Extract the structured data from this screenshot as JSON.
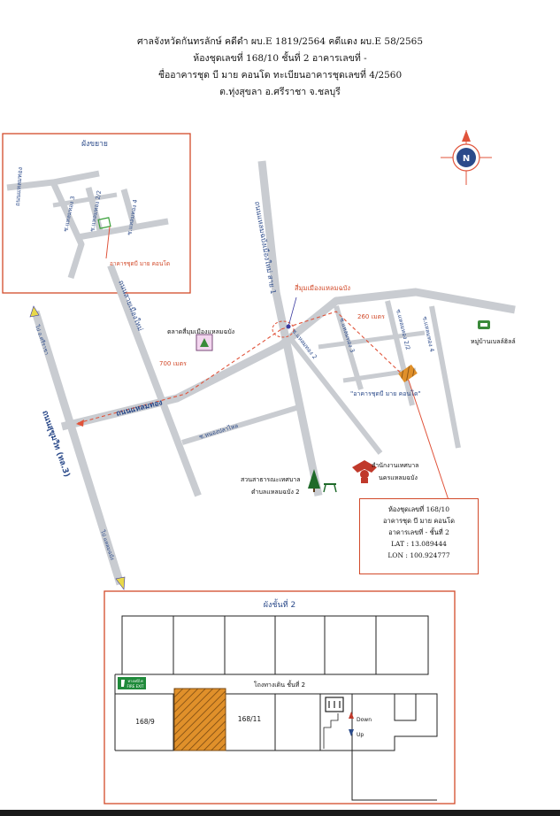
{
  "header": {
    "line1": "ศาลจังหวัดกันทรลักษ์  คดีดำ ผบ.E 1819/2564  คดีแดง ผบ.E 58/2565",
    "line2": "ห้องชุดเลขที่ 168/10  ชั้นที่  2  อาคารเลขที่ -",
    "line3": "ชื่ออาคารชุด   บี มาย คอนโด   ทะเบียนอาคารชุดเลขที่  4/2560",
    "line4": "ต.ทุ่งสุขลา  อ.ศรีราชา  จ.ชลบุรี"
  },
  "inset": {
    "title": "ผังขยาย",
    "road_main": "ถนนแหลมทอง",
    "soi3": "ซ.แหลมทอง 3",
    "soi2_2": "ซ.แหลมทอง 2/2",
    "soi4": "ซ.แหลมทอง 4",
    "building": "อาคารชุดบี มาย คอนโด"
  },
  "compass": {
    "letter": "N"
  },
  "map": {
    "road_sukhumvit": "ถนนสุขุมวิท (ทล.3)",
    "road_saimuang": "ถนนสายเมืองใหม่",
    "road_laemthong": "ถนนแหลมทอง",
    "road_laemchabang": "ถนนแหลมฉบังเมืองใหม่ สาย 1",
    "soi_nongpuenoi": "ซ.หนองปลาไหล",
    "soi_lt2": "ซ.แหลมทอง 2",
    "soi_lt3": "ซ.แหลมทอง 3",
    "soi_lt2_2": "ซ.แหลมทอง 2/2",
    "soi_lt4": "ซ.แหลมทอง 4",
    "dir_top_left": "ไป อ.ศรีราชา",
    "dir_bottom_left": "ไป แหลมฉบัง",
    "intersection": "สี่มุมเมืองแหลมฉบัง",
    "distance_700": "700 เมตร",
    "distance_260": "260 เมตร",
    "market": "ตลาดสี่มุมเมืองแหลมฉบัง",
    "village": "หมู่บ้านเบลล์ฮิลล์",
    "condo": "\"อาคารชุดบี มาย คอนโด\"",
    "municipal_office_1": "สำนักงานเทศบาล",
    "municipal_office_2": "นครแหลมฉบัง",
    "park_1": "สวนสาธารณะเทศบาล",
    "park_2": "ตำบลแหลมฉบัง 2"
  },
  "info_box": {
    "line1": "ห้องชุดเลขที่ 168/10",
    "line2": "อาคารชุด บี มาย คอนโด",
    "line3": "อาคารเลขที่ - ชั้นที่ 2",
    "lat": "LAT : 13.089444",
    "lon": "LON : 100.924777"
  },
  "floorplan": {
    "title": "ผังชั้นที่ 2",
    "corridor": "โถงทางเดิน ชั้นที่ 2",
    "unit_left": "168/9",
    "unit_right": "168/11",
    "exit_th": "ทางหนีไฟ",
    "exit_en": "FIRE EXIT",
    "down": "Down",
    "up": "Up"
  },
  "colors": {
    "frame_red": "#d24a2a",
    "road_grey": "#c9ccd1",
    "route_red": "#e0533a",
    "target_orange": "#e0902a",
    "label_blue": "#2b4a8a"
  }
}
